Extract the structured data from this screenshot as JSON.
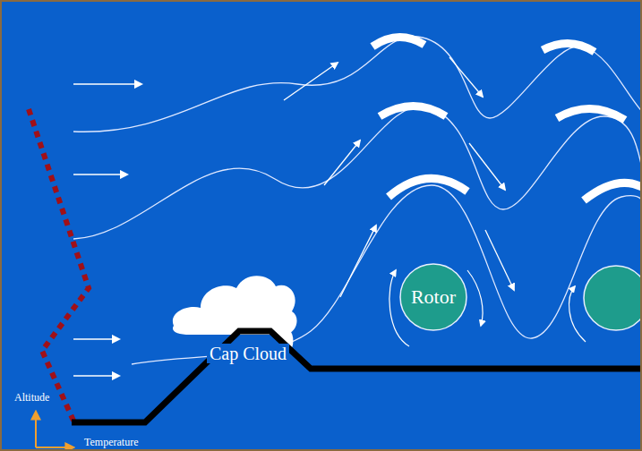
{
  "diagram": {
    "nodes": [
      {
        "text": [
          "Rotor"
        ]
      }
    ],
    "labels": [
      "Cap Cloud",
      "Altitude",
      "Temperature"
    ]
  }
}
